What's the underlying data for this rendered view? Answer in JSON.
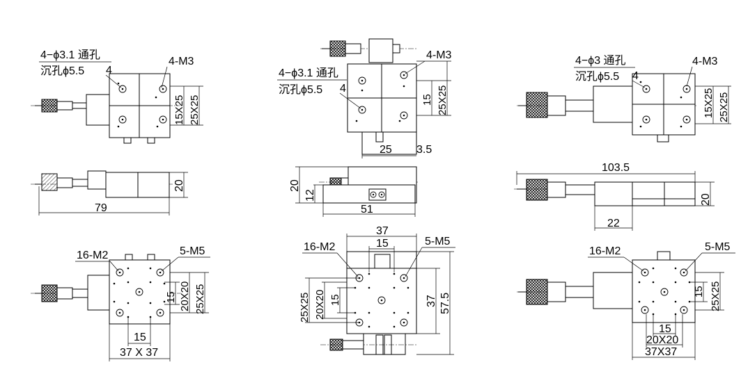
{
  "drawings": {
    "top_views": [
      {
        "name": "left",
        "holes_label": "4−ϕ3.1 通孔",
        "cbore_label": "沉孔ϕ5.5",
        "count_label": "4",
        "thread_label": "4-M3",
        "dim_a": "15X25",
        "dim_b": "25X25"
      },
      {
        "name": "middle",
        "holes_label": "4−ϕ3.1 通孔",
        "cbore_label": "沉孔ϕ5.5",
        "count_label": "4",
        "thread_label": "4-M3",
        "dim_a": "15",
        "dim_b": "25X25",
        "dim_c": "25",
        "dim_d": "3.5"
      },
      {
        "name": "right",
        "holes_label": "4−ϕ3 通孔",
        "cbore_label": "沉孔ϕ5.5",
        "count_label": "4",
        "thread_label": "4-M3",
        "dim_a": "15X25",
        "dim_b": "25X25"
      }
    ],
    "side_views": [
      {
        "name": "left",
        "height": "20",
        "length": "79"
      },
      {
        "name": "middle",
        "height": "20",
        "height2": "12",
        "length": "51"
      },
      {
        "name": "right",
        "height": "20",
        "length": "103.5",
        "sub": "22"
      }
    ],
    "bottom_views": [
      {
        "name": "left",
        "m2_label": "16-M2",
        "m5_label": "5-M5",
        "dim_a": "15",
        "dim_b": "20X20",
        "dim_c": "25X25",
        "dim_d": "15",
        "dim_e": "37 X 37"
      },
      {
        "name": "middle",
        "m2_label": "16-M2",
        "m5_label": "5-M5",
        "top1": "37",
        "top2": "15",
        "left1": "25X25",
        "left2": "20X20",
        "left3": "15",
        "right1": "37",
        "right2": "57.5"
      },
      {
        "name": "right",
        "m2_label": "16-M2",
        "m5_label": "5-M5",
        "dim_a": "15",
        "dim_b": "25X25",
        "dim_c": "15",
        "dim_d": "20X20",
        "dim_e": "37X37"
      }
    ]
  }
}
